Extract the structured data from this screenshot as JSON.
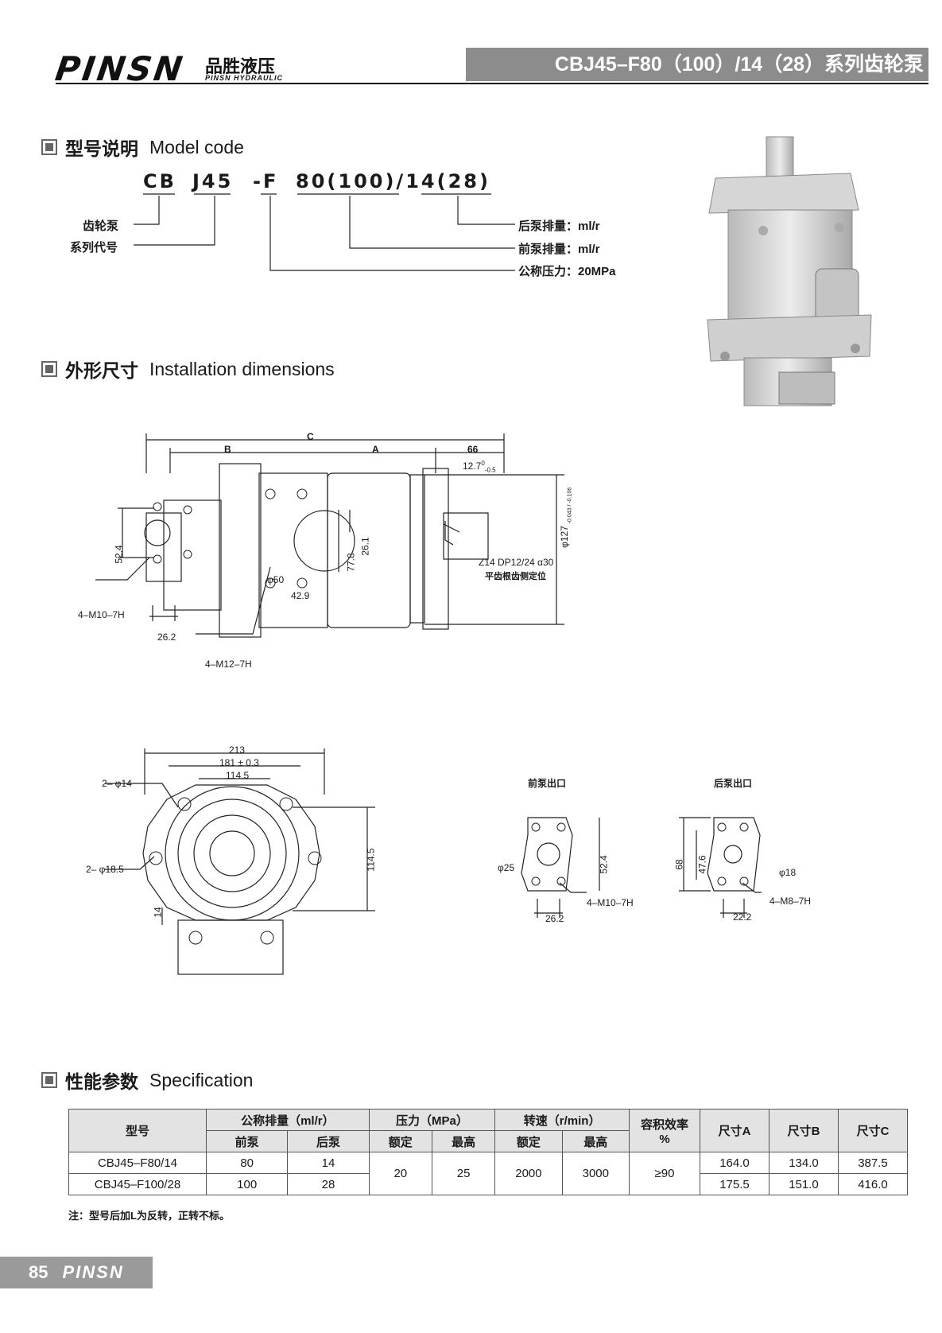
{
  "header": {
    "brand": "PINSN",
    "brand_cn": "品胜液压",
    "brand_sub": "PINSN HYDRAULIC",
    "title": "CBJ45–F80（100）/14（28）系列齿轮泵"
  },
  "model_code": {
    "heading_cn": "型号说明",
    "heading_en": "Model code",
    "parts": [
      "CB",
      "J45",
      "-F",
      "80(100)/14(28)"
    ],
    "labels": {
      "gear_pump": "齿轮泵",
      "series": "系列代号",
      "rear_disp": "后泵排量：ml/r",
      "front_disp": "前泵排量：ml/r",
      "pressure": "公称压力：20MPa"
    }
  },
  "install": {
    "heading_cn": "外形尺寸",
    "heading_en": "Installation dimensions",
    "side": {
      "C": "C",
      "B": "B",
      "A": "A",
      "d66": "66",
      "d12_7": "12.7",
      "tol_up": "0",
      "tol_dn": "-0.5",
      "d52_4": "52.4",
      "d77_8": "77.8",
      "d26_1": "26.1",
      "d127": "φ127",
      "d127_tol_up": "-0.043",
      "d127_tol_dn": "-0.106",
      "d50": "φ50",
      "d42_9": "42.9",
      "d26_2": "26.2",
      "m10": "4–M10–7H",
      "m12": "4–M12–7H",
      "spline": "Z14  DP12/24  α30",
      "spline_note": "平齿根齿侧定位"
    },
    "front": {
      "d213": "213",
      "d181": "181 ± 0.3",
      "d114_5_top": "114.5",
      "d114_5_right": "114.5",
      "d14hole": "2– φ14",
      "d18_5": "2– φ18.5",
      "d14": "14"
    },
    "ports": {
      "front_title": "前泵出口",
      "rear_title": "后泵出口",
      "f_d25": "φ25",
      "f_d52_4": "52.4",
      "f_m10": "4–M10–7H",
      "f_d26_2": "26.2",
      "r_d68": "68",
      "r_d47_6": "47.6",
      "r_d18": "φ18",
      "r_m8": "4–M8–7H",
      "r_d22_2": "22.2"
    }
  },
  "spec": {
    "heading_cn": "性能参数",
    "heading_en": "Specification",
    "h_model": "型号",
    "h_disp": "公称排量（ml/r）",
    "h_press": "压力（MPa）",
    "h_speed": "转速（r/min）",
    "h_eff": "容积效率",
    "h_eff_unit": "%",
    "h_dimA": "尺寸A",
    "h_dimB": "尺寸B",
    "h_dimC": "尺寸C",
    "h_front": "前泵",
    "h_rear": "后泵",
    "h_rated": "额定",
    "h_max": "最高",
    "h_rated2": "额定",
    "h_max2": "最高",
    "pressure_rated": "20",
    "pressure_max": "25",
    "speed_rated": "2000",
    "speed_max": "3000",
    "efficiency": "≥90",
    "rows": [
      {
        "model": "CBJ45–F80/14",
        "front": "80",
        "rear": "14",
        "A": "164.0",
        "B": "134.0",
        "C": "387.5"
      },
      {
        "model": "CBJ45–F100/28",
        "front": "100",
        "rear": "28",
        "A": "175.5",
        "B": "151.0",
        "C": "416.0"
      }
    ],
    "note": "注：型号后加L为反转，正转不标。"
  },
  "footer": {
    "page": "85",
    "brand": "PINSN"
  }
}
